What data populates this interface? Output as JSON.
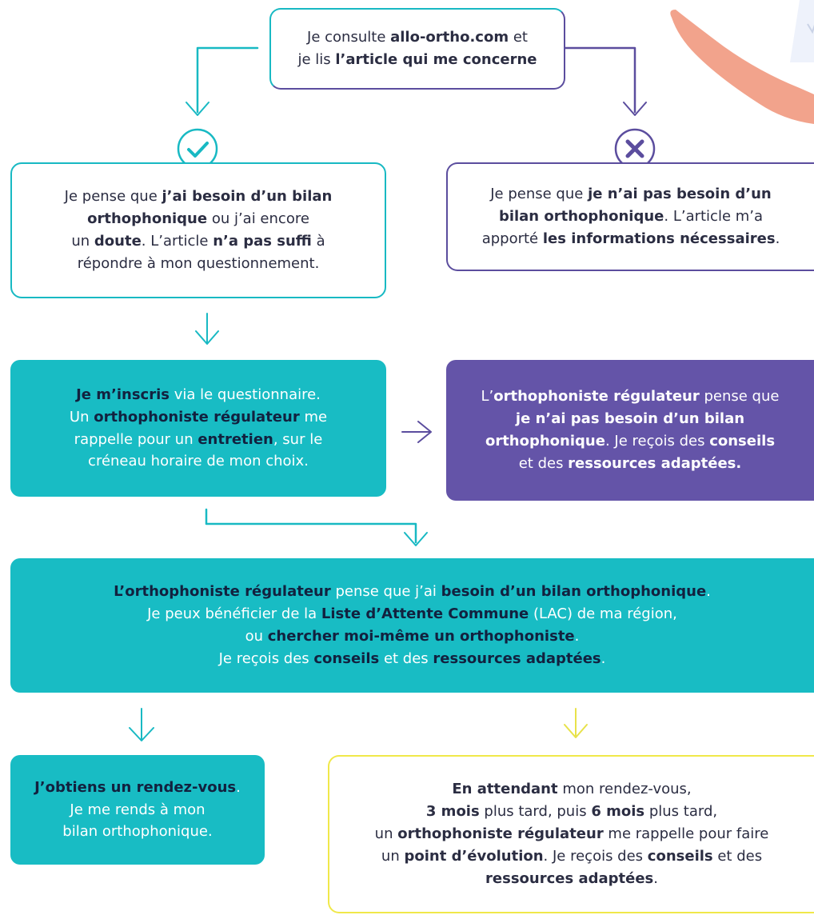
{
  "colors": {
    "teal": "#18bcc4",
    "purple": "#5b4d9e",
    "purple_fill": "#6454a8",
    "yellow": "#f0e84a",
    "skin": "#f2a38c"
  },
  "icons": {
    "check": "check-circle-icon",
    "cross": "x-circle-icon",
    "arrow": "arrow-down-icon",
    "arrow_right": "arrow-right-icon",
    "hand": "hand-illustration"
  },
  "steps": {
    "start": {
      "lines": [
        [
          {
            "t": "Je consulte ",
            "b": false
          },
          {
            "t": "allo-ortho.com",
            "b": true
          },
          {
            "t": " et",
            "b": false
          }
        ],
        [
          {
            "t": "je lis ",
            "b": false
          },
          {
            "t": "l’article qui me concerne",
            "b": true
          }
        ]
      ]
    },
    "need": {
      "lines": [
        [
          {
            "t": "Je pense que ",
            "b": false
          },
          {
            "t": "j’ai besoin d’un bilan",
            "b": true
          }
        ],
        [
          {
            "t": "orthophonique",
            "b": true
          },
          {
            "t": " ou j’ai encore",
            "b": false
          }
        ],
        [
          {
            "t": "un ",
            "b": false
          },
          {
            "t": "doute",
            "b": true
          },
          {
            "t": ". L’article ",
            "b": false
          },
          {
            "t": "n’a pas suffi",
            "b": true
          },
          {
            "t": " à",
            "b": false
          }
        ],
        [
          {
            "t": "répondre à mon questionnement.",
            "b": false
          }
        ]
      ]
    },
    "no_need": {
      "lines": [
        [
          {
            "t": "Je pense que ",
            "b": false
          },
          {
            "t": "je n’ai pas besoin d’un",
            "b": true
          }
        ],
        [
          {
            "t": "bilan orthophonique",
            "b": true
          },
          {
            "t": ". L’article m’a",
            "b": false
          }
        ],
        [
          {
            "t": "apporté ",
            "b": false
          },
          {
            "t": "les informations nécessaires",
            "b": true
          },
          {
            "t": ".",
            "b": false
          }
        ]
      ]
    },
    "register": {
      "lines": [
        [
          {
            "t": "Je m’inscris",
            "b": true
          },
          {
            "t": " via le questionnaire.",
            "b": false
          }
        ],
        [
          {
            "t": "Un ",
            "b": false
          },
          {
            "t": "orthophoniste régulateur",
            "b": true
          },
          {
            "t": " me",
            "b": false
          }
        ],
        [
          {
            "t": "rappelle pour un ",
            "b": false
          },
          {
            "t": "entretien",
            "b": true
          },
          {
            "t": ", sur le",
            "b": false
          }
        ],
        [
          {
            "t": "créneau horaire de mon choix.",
            "b": false
          }
        ]
      ]
    },
    "regulator_no": {
      "lines": [
        [
          {
            "t": "L’",
            "b": false
          },
          {
            "t": "orthophoniste régulateur",
            "b": true
          },
          {
            "t": " pense que",
            "b": false
          }
        ],
        [
          {
            "t": "je n’ai pas besoin d’un bilan",
            "b": true
          }
        ],
        [
          {
            "t": "orthophonique",
            "b": true
          },
          {
            "t": ". Je reçois des ",
            "b": false
          },
          {
            "t": "conseils",
            "b": true
          }
        ],
        [
          {
            "t": "et des ",
            "b": false
          },
          {
            "t": "ressources adaptées.",
            "b": true
          }
        ]
      ]
    },
    "regulator_yes": {
      "lines": [
        [
          {
            "t": "L’orthophoniste régulateur",
            "b": true
          },
          {
            "t": " pense que j’ai ",
            "b": false
          },
          {
            "t": "besoin d’un bilan orthophonique",
            "b": true
          },
          {
            "t": ".",
            "b": false
          }
        ],
        [
          {
            "t": "Je peux bénéficier de la ",
            "b": false
          },
          {
            "t": "Liste d’Attente Commune",
            "b": true
          },
          {
            "t": " (LAC) de ma région,",
            "b": false
          }
        ],
        [
          {
            "t": "ou ",
            "b": false
          },
          {
            "t": "chercher moi-même un orthophoniste",
            "b": true
          },
          {
            "t": ".",
            "b": false
          }
        ],
        [
          {
            "t": "Je reçois des ",
            "b": false
          },
          {
            "t": "conseils",
            "b": true
          },
          {
            "t": " et des ",
            "b": false
          },
          {
            "t": "ressources adaptées",
            "b": true
          },
          {
            "t": ".",
            "b": false
          }
        ]
      ]
    },
    "appointment": {
      "lines": [
        [
          {
            "t": "J’obtiens un rendez-vous",
            "b": true
          },
          {
            "t": ".",
            "b": false
          }
        ],
        [
          {
            "t": "Je me rends à mon",
            "b": false
          }
        ],
        [
          {
            "t": "bilan orthophonique.",
            "b": false
          }
        ]
      ]
    },
    "waiting": {
      "lines": [
        [
          {
            "t": "En attendant",
            "b": true
          },
          {
            "t": " mon rendez-vous,",
            "b": false
          }
        ],
        [
          {
            "t": "3 mois",
            "b": true
          },
          {
            "t": " plus tard, puis ",
            "b": false
          },
          {
            "t": "6 mois",
            "b": true
          },
          {
            "t": " plus tard,",
            "b": false
          }
        ],
        [
          {
            "t": "un ",
            "b": false
          },
          {
            "t": "orthophoniste régulateur",
            "b": true
          },
          {
            "t": " me rappelle pour faire",
            "b": false
          }
        ],
        [
          {
            "t": "un ",
            "b": false
          },
          {
            "t": "point d’évolution",
            "b": true
          },
          {
            "t": ". Je reçois des ",
            "b": false
          },
          {
            "t": "conseils",
            "b": true
          },
          {
            "t": " et des",
            "b": false
          }
        ],
        [
          {
            "t": "ressources adaptées",
            "b": true
          },
          {
            "t": ".",
            "b": false
          }
        ]
      ]
    }
  }
}
